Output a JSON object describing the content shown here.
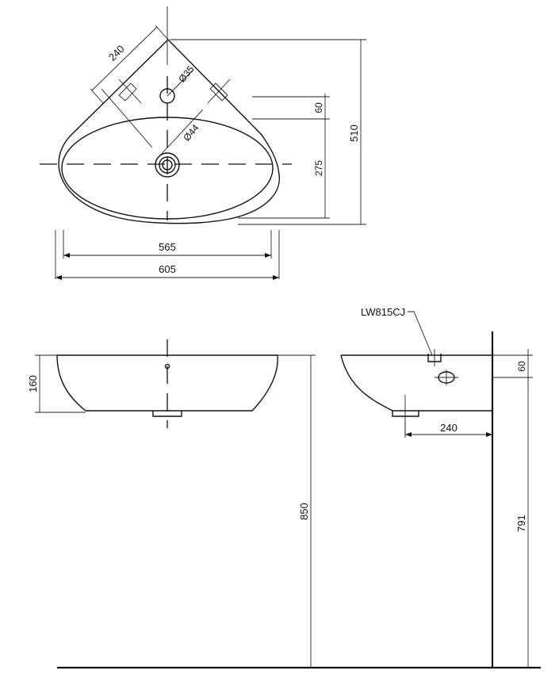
{
  "top_view": {
    "dim_240": "240",
    "dim_d35": "Ø35",
    "dim_d44": "Ø44",
    "dim_60": "60",
    "dim_275": "275",
    "dim_510": "510",
    "dim_565": "565",
    "dim_605": "605"
  },
  "front_view": {
    "dim_160": "160",
    "dim_850": "850"
  },
  "side_view": {
    "model_label": "LW815CJ",
    "dim_60": "60",
    "dim_240": "240",
    "dim_791": "791"
  }
}
